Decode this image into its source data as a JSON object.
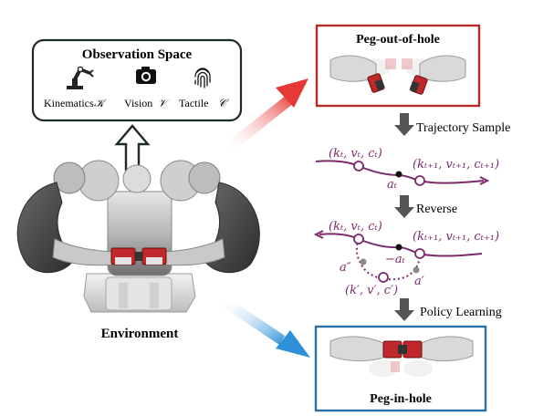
{
  "observation": {
    "title": "Observation Space",
    "kinematics_label": "Kinematics",
    "kinematics_symbol": "𝒦",
    "vision_label": "Vision",
    "vision_symbol": "𝒱",
    "tactile_label": "Tactile",
    "tactile_symbol": "𝒞"
  },
  "environment_label": "Environment",
  "peg_out": {
    "title": "Peg-out-of-hole"
  },
  "peg_in": {
    "title": "Peg-in-hole"
  },
  "steps": {
    "trajectory_sample": "Trajectory Sample",
    "reverse": "Reverse",
    "policy_learning": "Policy Learning"
  },
  "trajectory_top": {
    "left_state": "(kₜ, vₜ, cₜ)",
    "right_state": "(kₜ₊₁, vₜ₊₁, cₜ₊₁)",
    "action": "aₜ"
  },
  "trajectory_bottom": {
    "left_state": "(kₜ, vₜ, cₜ)",
    "right_state": "(kₜ₊₁, vₜ₊₁, cₜ₊₁)",
    "action": "−aₜ",
    "a_double_prime": "a″",
    "a_prime": "a′",
    "mid_state": "(k′, v′, c′)"
  },
  "colors": {
    "peg_out_border": "#b22a2a",
    "peg_in_border": "#2a6fa8",
    "trajectory": "#7b2a6b",
    "arrow_red": "#e53935",
    "arrow_blue": "#2f8fd8",
    "down_arrow": "#555555",
    "gripper_red": "#c0282b"
  }
}
